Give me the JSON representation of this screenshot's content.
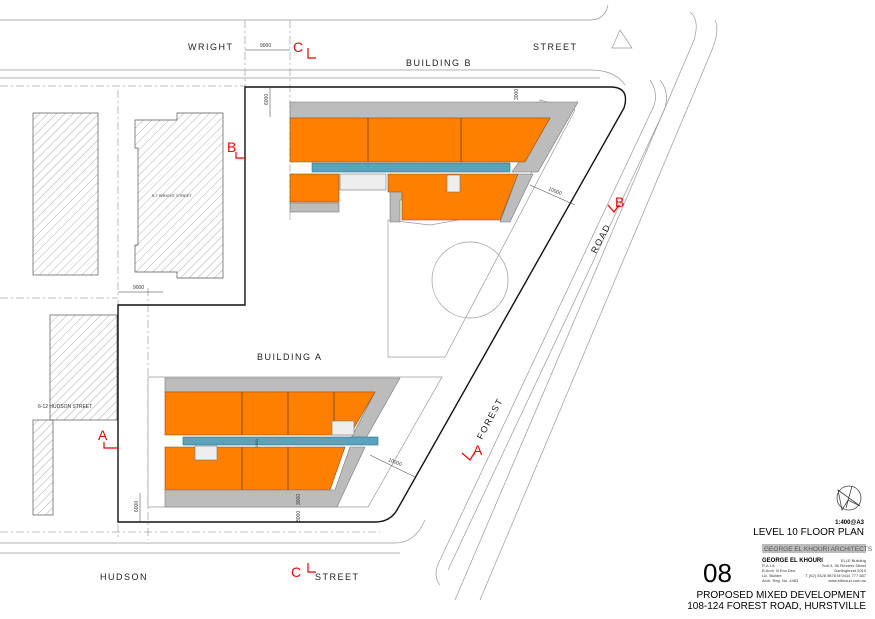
{
  "streets": {
    "wright": "WRIGHT",
    "wright_street": "STREET",
    "hudson": "HUDSON",
    "hudson_street": "STREET",
    "forest": "FOREST",
    "road": "ROAD"
  },
  "buildings": {
    "a": "BUILDING A",
    "b": "BUILDING B"
  },
  "neighbours": {
    "wright_5_7": "5-7 WRIGHT STREET",
    "hudson_6_12": "6-12 HUDSON STREET"
  },
  "section_marks": {
    "a": "A",
    "b": "B",
    "c": "C"
  },
  "dimensions": {
    "d9000": "9000",
    "d6000": "6000",
    "d3000": "3000",
    "d10000": "10000",
    "d1600": "1600"
  },
  "title_block": {
    "scale": "1:400@A3",
    "drawing_title": "LEVEL 10 FLOOR PLAN",
    "firm_banner": "GEORGE EL KHOURI ARCHITECTS",
    "architect_name": "GEORGE EL KHOURI",
    "architect_quals": [
      "R.A.I.A",
      "B.Arch. B.Env.Des.",
      "Lic. Builder",
      "Arch. Reg. No. 4463"
    ],
    "address": [
      "ELLE Building",
      "Suit 3, 36 Flinders Street",
      "Darlinghurst 2010",
      "T (02) 9326 9876  M 0414 777 587",
      "www.elkhouri.com.au"
    ],
    "sheet_number": "08",
    "project": "PROPOSED MIXED DEVELOPMENT",
    "project_address": "108-124 FOREST ROAD, HURSTVILLE"
  },
  "colors": {
    "apartment": "#ff8000",
    "corridor": "#5aa3bd",
    "balcony": "#bcbcbc",
    "section": "#e00000"
  }
}
